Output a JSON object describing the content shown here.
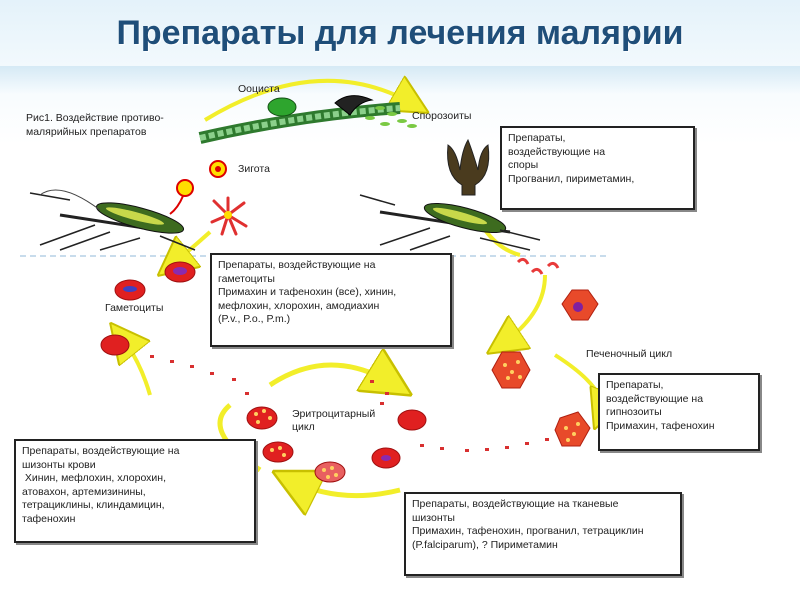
{
  "title": "Препараты для лечения малярии",
  "figure_caption": [
    "Рис1. Воздействие противо-",
    "малярийных препаратов"
  ],
  "labels": {
    "oocyst": "Ооциста",
    "sporozoites": "Спорозоиты",
    "zygote": "Зигота",
    "gametocytes": "Гаметоциты",
    "liver_cycle": "Печеночный цикл",
    "erythrocyte_cycle": [
      "Эритроцитарный",
      "цикл"
    ]
  },
  "boxes": {
    "spores": [
      "Препараты,",
      "воздействующие на",
      "споры",
      "Прогванил, пириметамин,"
    ],
    "gametocytes": [
      "Препараты, воздействующие на",
      "гаметоциты",
      "Примахин и тафенохин (все), хинин,",
      "мефлохин, хлорохин, амодиахин",
      "(P.v., P.o., P.m.)"
    ],
    "hypnozoites": [
      "Препараты,",
      "воздействующие на",
      "гипнозоиты",
      "Примахин, тафенохин"
    ],
    "blood_schizonts": [
      "Препараты, воздействующие на",
      "шизонты крови",
      " Хинин, мефлохин, хлорохин,",
      "атовахон, артемизинины,",
      "тетрациклины, клиндамицин,",
      "тафенохин"
    ],
    "tissue_schizonts": [
      "Препараты, воздействующие на тканевые",
      "шизонты",
      "Примахин, тафенохин, прогванил, тетрациклин",
      "(P.falciparum), ? Пириметамин"
    ]
  }
}
